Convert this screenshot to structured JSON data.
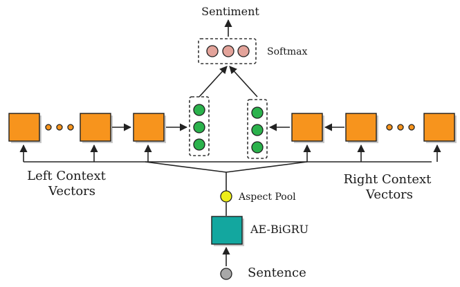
{
  "labels": {
    "sentiment": "Sentiment",
    "softmax": "Softmax",
    "left_context_line1": "Left Context",
    "left_context_line2": "Vectors",
    "right_context_line1": "Right Context",
    "right_context_line2": "Vectors",
    "aspect_pool": "Aspect Pool",
    "ae_bigru": "AE-BiGRU",
    "sentence": "Sentence"
  },
  "colors": {
    "context_vector": "#f7941d",
    "ellipsis_dot": "#f7941d",
    "hidden_unit": "#2bb24c",
    "softmax_unit": "#e3a39a",
    "aspect_pool": "#eded1a",
    "ae_bigru": "#13a79f",
    "sentence": "#a8a8a8",
    "dashed_border": "#333333",
    "box_shadow": "#c9c9c9"
  },
  "structure": {
    "left_context_vectors": 3,
    "right_context_vectors": 3,
    "hidden_units_per_stack": 3,
    "softmax_units": 3
  }
}
